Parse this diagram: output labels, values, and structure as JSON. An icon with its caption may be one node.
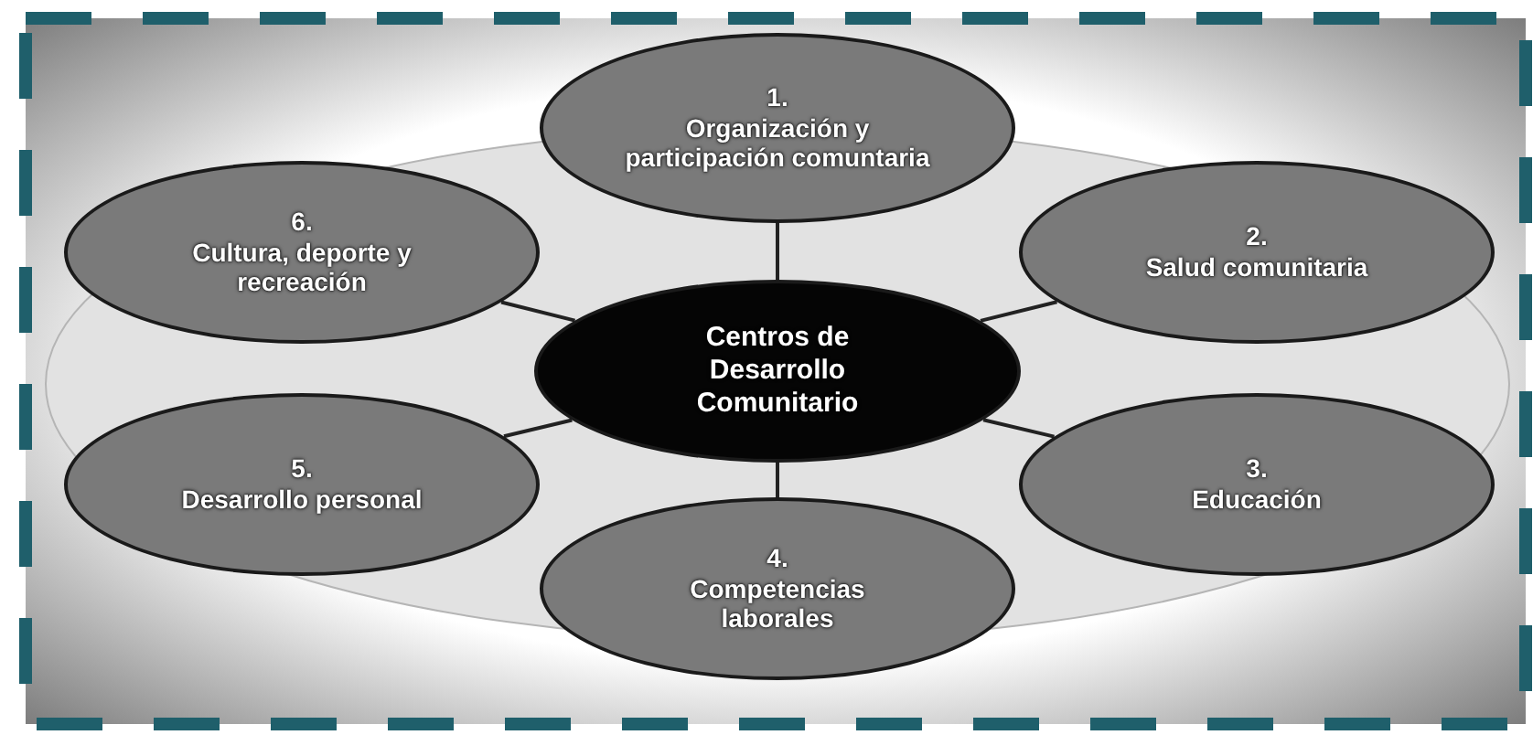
{
  "diagram": {
    "nodes": [
      {
        "text": [
          "Centros de Desarrollo Comunitario"
        ]
      },
      {
        "text": [
          "1.",
          "Organización y participación comuntaria"
        ]
      },
      {
        "text": [
          "2.",
          "Salud comunitaria"
        ]
      },
      {
        "text": [
          "3.",
          "Educación"
        ]
      },
      {
        "text": [
          "4.",
          "Competencias laborales"
        ]
      },
      {
        "text": [
          "5.",
          "Desarrollo personal"
        ]
      },
      {
        "text": [
          "6.",
          "Cultura, deporte y recreación"
        ]
      }
    ],
    "edges": [
      {
        "from": 0,
        "to": 1,
        "arrow": "none"
      },
      {
        "from": 0,
        "to": 2,
        "arrow": "none"
      },
      {
        "from": 0,
        "to": 3,
        "arrow": "none"
      },
      {
        "from": 0,
        "to": 4,
        "arrow": "none"
      },
      {
        "from": 0,
        "to": 5,
        "arrow": "none"
      },
      {
        "from": 0,
        "to": 6,
        "arrow": "none"
      }
    ]
  }
}
